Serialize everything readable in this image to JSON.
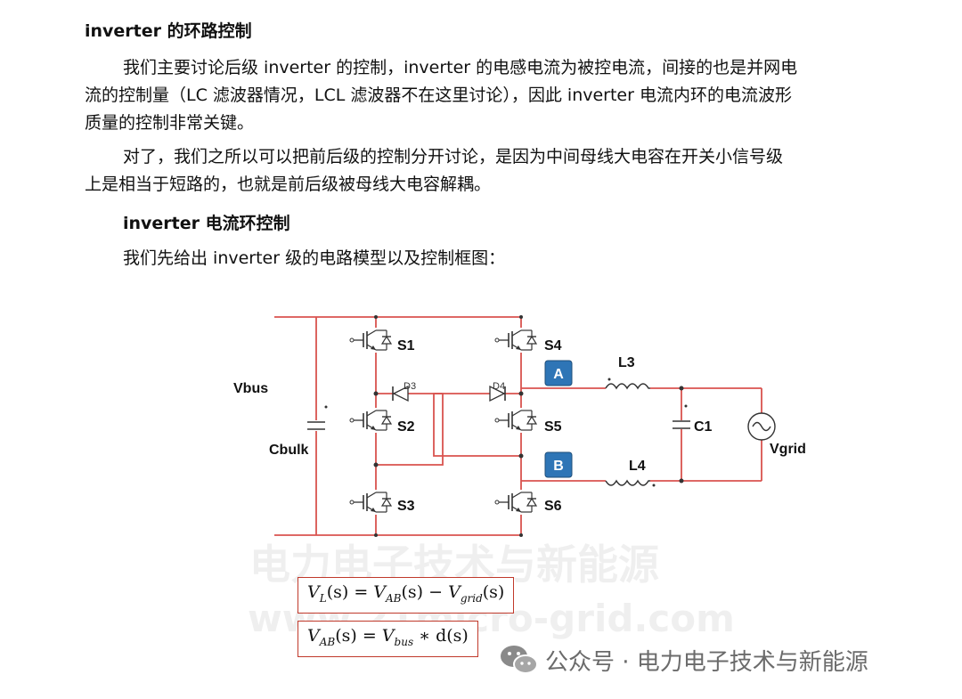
{
  "doc": {
    "heading1": "inverter 的环路控制",
    "para1": [
      "我们主要讨论后级 inverter 的控制，inverter 的电感电流为被控电流，间接的也是并网电",
      "流的控制量（LC 滤波器情况，LCL 滤波器不在这里讨论），因此 inverter 电流内环的电流波形",
      "质量的控制非常关键。"
    ],
    "para2": [
      "对了，我们之所以可以把前后级的控制分开讨论，是因为中间母线大电容在开关小信号级",
      "上是相当于短路的，也就是前后级被母线大电容解耦。"
    ],
    "heading2": "inverter 电流环控制",
    "para3": "我们先给出 inverter 级的电路模型以及控制框图："
  },
  "circuit": {
    "labels": {
      "vbus": "Vbus",
      "cbulk": "Cbulk",
      "s1": "S1",
      "s2": "S2",
      "s3": "S3",
      "s4": "S4",
      "s5": "S5",
      "s6": "S6",
      "d3": "D3",
      "d4": "D4",
      "a": "A",
      "b": "B",
      "l3": "L3",
      "l4": "L4",
      "c1": "C1",
      "vgrid": "Vgrid"
    },
    "colors": {
      "wire": "#d9534f",
      "component": "#333333",
      "node_box": "#2e75b6"
    }
  },
  "equations": {
    "eq1": {
      "lhs": "V",
      "lhs_sub": "L",
      "lhs_arg": "(s) = ",
      "t1": "V",
      "t1_sub": "AB",
      "t1_arg": "(s) − ",
      "t2": "V",
      "t2_sub": "grid",
      "t2_arg": "(s)"
    },
    "eq2": {
      "lhs": "V",
      "lhs_sub": "AB",
      "lhs_arg": "(s) = ",
      "t1": "V",
      "t1_sub": "bus",
      "t1_arg": " ∗ d(s)"
    }
  },
  "watermarks": {
    "cn": "电力电子技术与新能源",
    "url": "www.21micro-grid.com"
  },
  "footer": {
    "text": "公众号 · 电力电子技术与新能源"
  }
}
